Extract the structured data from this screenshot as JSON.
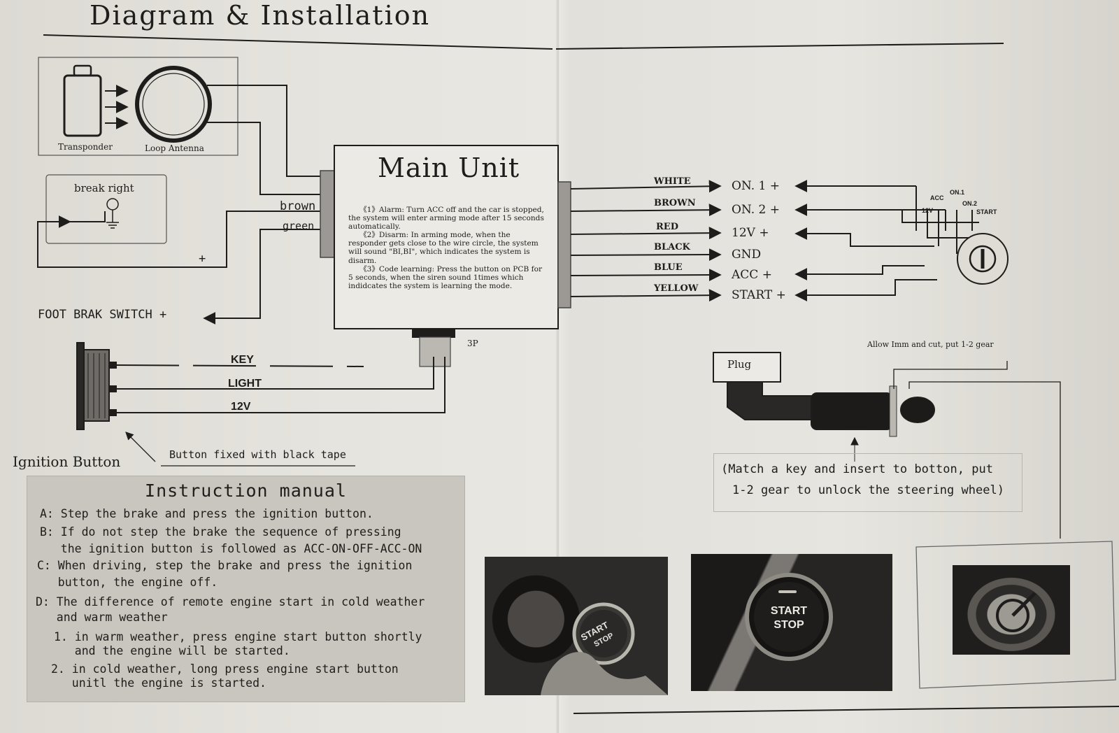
{
  "title": "Diagram & Installation",
  "transponder_label": "Transponder",
  "loop_antenna_label": "Loop Antenna",
  "break_right_label": "break right",
  "brown_label": "brown",
  "green_label": "green",
  "plus_sign": "+",
  "foot_brake_label": "FOOT BRAK SWITCH +",
  "main_unit": {
    "title": "Main Unit",
    "notes": [
      "《1》Alarm: Turn ACC off and the car is stopped, the system will enter arming mode after 15 seconds automatically.",
      "《2》Disarm: In arming mode, when the responder gets close to the wire circle, the system will sound \"BI,BI\", which indicates the system is disarm.",
      "《3》Code learning: Press the button on PCB for 5 seconds, when the siren sound 1times which indidcates the system is learning the mode."
    ]
  },
  "connector_label": "3P",
  "wires": [
    {
      "color_name": "WHITE",
      "terminal": "ON. 1  +"
    },
    {
      "color_name": "BROWN",
      "terminal": "ON. 2  +"
    },
    {
      "color_name": "RED",
      "terminal": "12V  +"
    },
    {
      "color_name": "BLACK",
      "terminal": "GND"
    },
    {
      "color_name": "BLUE",
      "terminal": "ACC  +"
    },
    {
      "color_name": "YELLOW",
      "terminal": "START  +"
    }
  ],
  "ignition_switch_labels": {
    "v12": "12V",
    "acc": "ACC",
    "on1": "ON.1",
    "on2": "ON.2",
    "start": "START"
  },
  "button_wires": [
    "KEY",
    "LIGHT",
    "12V"
  ],
  "ignition_button_label": "Ignition Button",
  "button_tape_note": "Button fixed with black tape",
  "gear_note": "Allow Imm and cut, put 1-2 gear",
  "plug_label": "Plug",
  "match_key_note": [
    "(Match a key and insert to botton, put",
    "1-2 gear to unlock the steering wheel)"
  ],
  "instruction_manual": {
    "title": "Instruction manual",
    "lines": [
      "A: Step the brake and press the ignition button.",
      "B: If do not step the brake  the sequence of pressing",
      "   the ignition button is followed as ACC-ON-OFF-ACC-ON",
      "C: When driving, step the brake and press the ignition",
      "   button, the engine off.",
      "D: The difference of remote engine start in cold weather",
      "   and warm weather",
      "1. in warm weather, press engine start button shortly",
      "   and the engine will be started.",
      "2. in cold weather, long press engine start button",
      "   unitl the engine is started."
    ]
  },
  "photo_labels": {
    "start": "START",
    "stop": "STOP"
  },
  "colors": {
    "ink": "#1f1d1b",
    "paper": "#e6e4de",
    "manual_bg": "#c9c6bf"
  }
}
